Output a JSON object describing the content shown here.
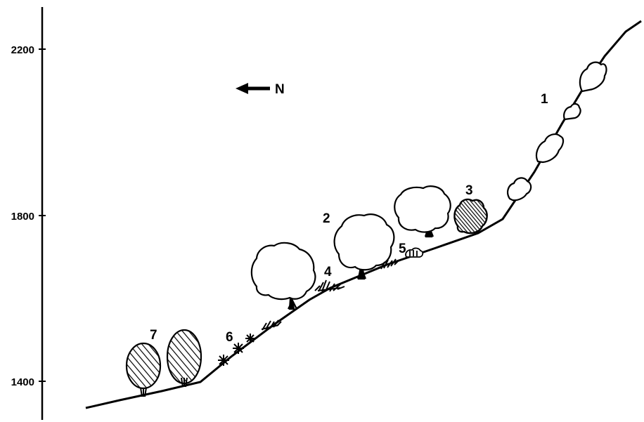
{
  "diagram": {
    "axis": {
      "ticks": [
        {
          "label": "2200"
        },
        {
          "label": "1800"
        },
        {
          "label": "1400"
        }
      ]
    },
    "north_label": "N",
    "vegetation_labels": [
      "1",
      "2",
      "3",
      "4",
      "5",
      "6",
      "7"
    ]
  }
}
